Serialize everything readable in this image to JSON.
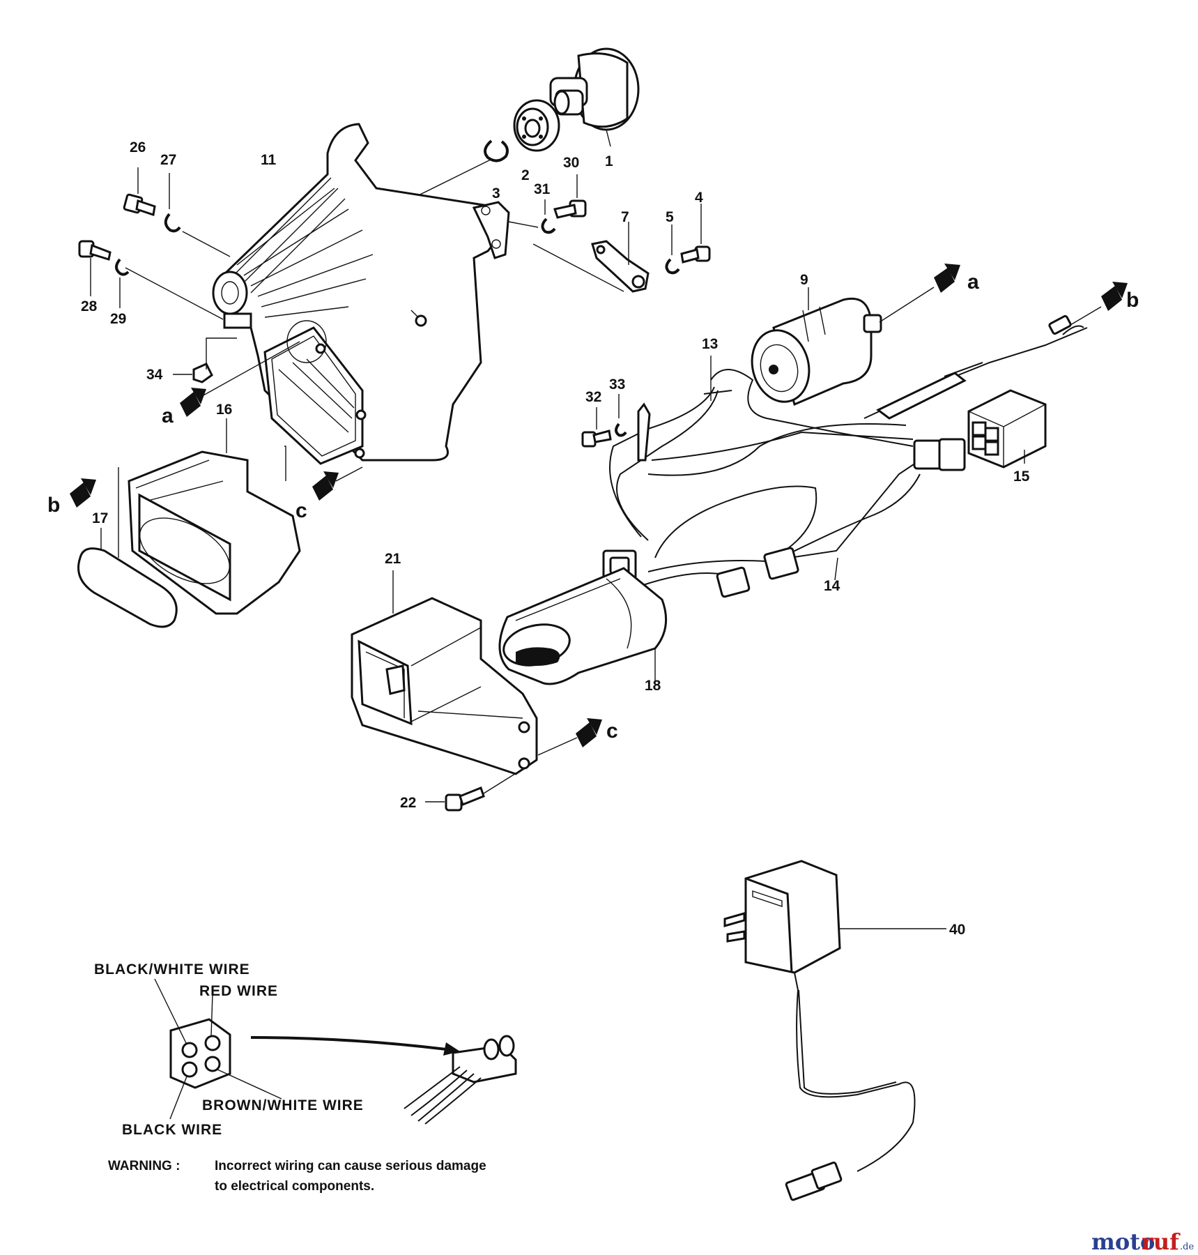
{
  "part_numbers": {
    "p1": "1",
    "p2": "2",
    "p3": "3",
    "p4": "4",
    "p5": "5",
    "p7": "7",
    "p9": "9",
    "p11": "11",
    "p13": "13",
    "p14": "14",
    "p15": "15",
    "p16": "16",
    "p17": "17",
    "p18": "18",
    "p21": "21",
    "p22": "22",
    "p26": "26",
    "p27": "27",
    "p28": "28",
    "p29": "29",
    "p30": "30",
    "p31": "31",
    "p32": "32",
    "p33": "33",
    "p34": "34",
    "p40": "40"
  },
  "ref_letters": {
    "a": "a",
    "b": "b",
    "c": "c"
  },
  "wire_labels": {
    "black_white": "BLACK/WHITE WIRE",
    "red": "RED WIRE",
    "brown_white": "BROWN/WHITE WIRE",
    "black": "BLACK WIRE"
  },
  "warning": {
    "label": "WARNING :",
    "line1": "Incorrect wiring can cause serious damage",
    "line2": "to electrical components."
  },
  "watermark": {
    "moto": "moto",
    "ruf": "ruf",
    "tld": ".de"
  }
}
